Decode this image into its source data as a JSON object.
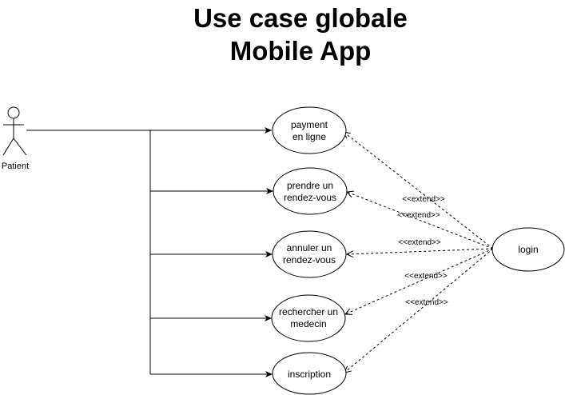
{
  "title": {
    "line1": "Use case globale",
    "line2": "Mobile App"
  },
  "actor": {
    "label": "Patient"
  },
  "use_cases": [
    {
      "id": "payment",
      "lines": [
        "payment",
        "en ligne"
      ]
    },
    {
      "id": "rdv",
      "lines": [
        "prendre un",
        "rendez-vous"
      ]
    },
    {
      "id": "annuler",
      "lines": [
        "annuler un",
        "rendez-vous"
      ]
    },
    {
      "id": "rechercher",
      "lines": [
        "rechercher un",
        "medecin"
      ]
    },
    {
      "id": "inscription",
      "lines": [
        "inscription"
      ]
    }
  ],
  "login": {
    "label": "login"
  },
  "extend_labels": [
    "<<extend>>",
    "<<extend>>",
    "<<extend>>",
    "<<extend>>",
    "<<extend>>"
  ],
  "colors": {
    "stroke": "#000000",
    "background": "#ffffff"
  }
}
